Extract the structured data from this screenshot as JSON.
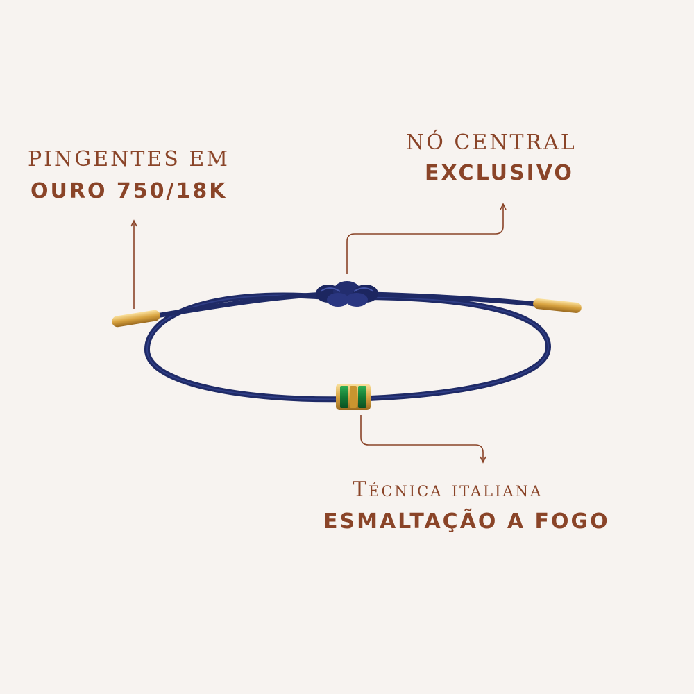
{
  "callouts": {
    "pendants": {
      "line1": "PINGENTES EM",
      "line2": "OURO 750/18K"
    },
    "knot": {
      "line1": "NÓ CENTRAL",
      "line2": "EXCLUSIVO"
    },
    "technique": {
      "line1": "Técnica italiana",
      "line2": "ESMALTAÇÃO A FOGO"
    }
  },
  "colors": {
    "background": "#f7f3f0",
    "text": "#8a4428",
    "cord": "#1f2a66",
    "gold": "#d9a441",
    "enamel": "#1f8a3a"
  }
}
